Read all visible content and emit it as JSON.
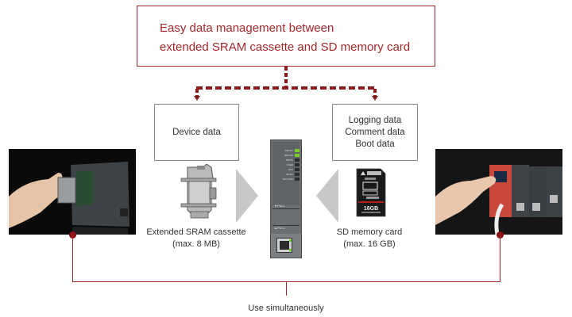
{
  "headline": {
    "line1": "Easy data management between",
    "line2": "extended SRAM cassette and SD memory card"
  },
  "left_box": {
    "label": "Device data"
  },
  "right_box": {
    "lines": [
      "Logging data",
      "Comment data",
      "Boot data"
    ]
  },
  "sram": {
    "name": "Extended SRAM cassette",
    "capacity": "(max. 8 MB)"
  },
  "sd": {
    "name": "SD memory card",
    "capacity": "(max. 16 GB)",
    "card_label": "16GB"
  },
  "cpu": {
    "leds": [
      "READY",
      "ERROR",
      "PROG",
      "USER",
      "BAT",
      "BOOT",
      "SD CARD"
    ],
    "pull_top": "▼PULL",
    "pull_bottom": "▲PULL"
  },
  "footer": {
    "label": "Use simultaneously"
  },
  "colors": {
    "accent": "#a3272a",
    "dash": "#8b1a1c",
    "arrow_grey": "#c8c8c8",
    "box_border": "#888888"
  }
}
